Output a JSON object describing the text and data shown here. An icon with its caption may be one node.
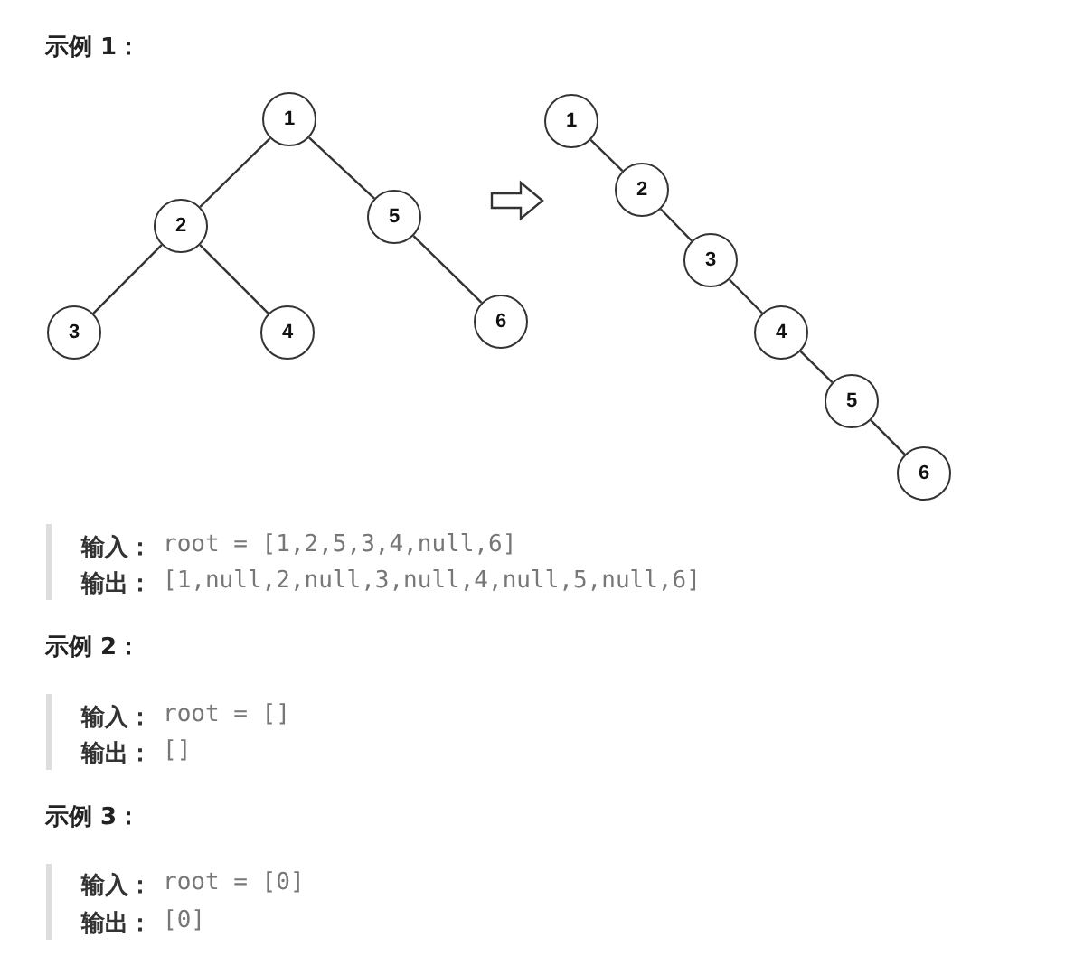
{
  "diagram": {
    "nodes": [
      {
        "text": [
          "1"
        ]
      },
      {
        "text": [
          "2"
        ]
      },
      {
        "text": [
          "5"
        ]
      },
      {
        "text": [
          "3"
        ]
      },
      {
        "text": [
          "4"
        ]
      },
      {
        "text": [
          "6"
        ]
      },
      {
        "text": [
          "1"
        ]
      },
      {
        "text": [
          "2"
        ]
      },
      {
        "text": [
          "3"
        ]
      },
      {
        "text": [
          "4"
        ]
      },
      {
        "text": [
          "5"
        ]
      },
      {
        "text": [
          "6"
        ]
      }
    ],
    "edges": [
      {
        "from": 0,
        "to": 1,
        "arrow": "none"
      },
      {
        "from": 0,
        "to": 2,
        "arrow": "none"
      },
      {
        "from": 1,
        "to": 3,
        "arrow": "none"
      },
      {
        "from": 1,
        "to": 4,
        "arrow": "none"
      },
      {
        "from": 2,
        "to": 5,
        "arrow": "none"
      },
      {
        "from": 6,
        "to": 7,
        "arrow": "none"
      },
      {
        "from": 7,
        "to": 8,
        "arrow": "none"
      },
      {
        "from": 8,
        "to": 9,
        "arrow": "none"
      },
      {
        "from": 9,
        "to": 10,
        "arrow": "none"
      },
      {
        "from": 10,
        "to": 11,
        "arrow": "none"
      }
    ],
    "labels": [
      "示例 1：",
      "输入：",
      "root = [1,2,5,3,4,null,6]",
      "输出：",
      "[1,null,2,null,3,null,4,null,5,null,6]",
      "示例 2：",
      "输入：",
      "root = []",
      "输出：",
      "[]",
      "示例 3：",
      "输入：",
      "root = [0]",
      "输出：",
      "[0]"
    ]
  }
}
